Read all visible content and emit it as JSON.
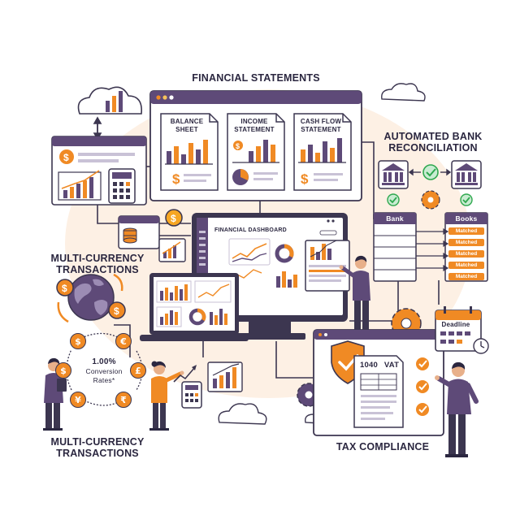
{
  "colors": {
    "purple": "#5e4a78",
    "purple_light": "#e9e3f1",
    "orange": "#f08a24",
    "orange_light": "#fbd9b0",
    "green": "#2fa84f",
    "green_light": "#c9ecd2",
    "navy": "#2b2740",
    "line": "#3c3650",
    "peach_bg": "#fdf0e4"
  },
  "titles": {
    "financial_statements": "FINANCIAL STATEMENTS",
    "bank_reconciliation_line1": "AUTOMATED BANK",
    "bank_reconciliation_line2": "RECONCILIATION",
    "multi_currency_top_line1": "MULTI-CURRENCY",
    "multi_currency_top_line2": "TRANSACTIONS",
    "multi_currency_bottom_line1": "MULTI-CURRENCY",
    "multi_currency_bottom_line2": "TRANSACTIONS",
    "tax_compliance": "TAX COMPLIANCE"
  },
  "statements": {
    "balance_sheet_line1": "BALANCE",
    "balance_sheet_line2": "SHEET",
    "income_statement_line1": "INCOME",
    "income_statement_line2": "STATEMENT",
    "cash_flow_line1": "CASH FLOW",
    "cash_flow_line2": "STATEMENT"
  },
  "dashboard": {
    "title": "FINANCIAL DASHBOARD"
  },
  "reconciliation": {
    "bank_label": "Bank",
    "books_label": "Books",
    "matched_items": [
      "Matched",
      "Matched",
      "Matched",
      "Matched",
      "Matched"
    ]
  },
  "conversion": {
    "rate": "1.00%",
    "line2": "Conversion",
    "line3": "Rates*",
    "symbols": [
      "$",
      "€",
      "£",
      "₹",
      "¥",
      "$"
    ]
  },
  "tax": {
    "form_1040": "1040",
    "form_vat": "VAT",
    "deadline_label": "Deadline"
  }
}
